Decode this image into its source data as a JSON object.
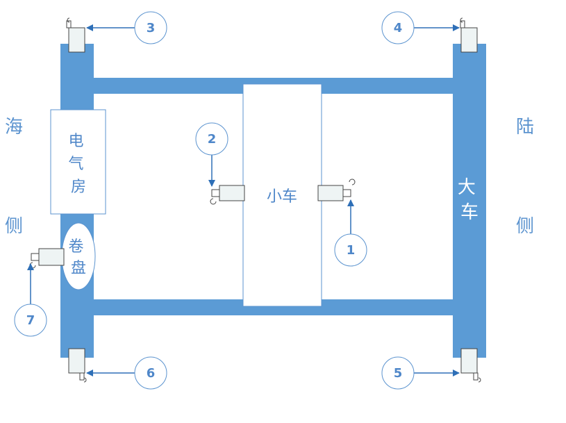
{
  "labels": {
    "sea_side_top": "海",
    "sea_side_bottom": "侧",
    "land_side_top": "陆",
    "land_side_bottom": "侧",
    "electrical_room": "电气房",
    "reel": "卷盘",
    "trolley": "小车",
    "gantry": "大车"
  },
  "cameras": [
    {
      "id": "1",
      "label": "1"
    },
    {
      "id": "2",
      "label": "2"
    },
    {
      "id": "3",
      "label": "3"
    },
    {
      "id": "4",
      "label": "4"
    },
    {
      "id": "5",
      "label": "5"
    },
    {
      "id": "6",
      "label": "6"
    },
    {
      "id": "7",
      "label": "7"
    }
  ],
  "colors": {
    "frame": "#5b9bd5",
    "accent": "#2e6fb7",
    "circle_stroke": "#5b93cf",
    "camera_fill": "#eef4f4"
  },
  "icons": {
    "camera": "cctv-camera-icon",
    "arrow": "arrow-icon"
  }
}
